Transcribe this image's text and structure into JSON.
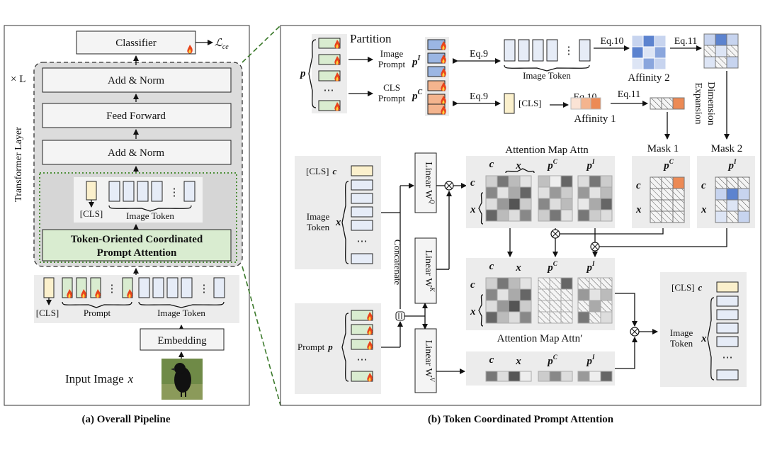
{
  "pipeline": {
    "classifier": "Classifier",
    "loss": "ℒ",
    "loss_sub": "ce",
    "repeat": "× L",
    "transformer_layer": "Transformer Layer",
    "add_norm": "Add & Norm",
    "feed_forward": "Feed Forward",
    "cls": "[CLS]",
    "image_token": "Image Token",
    "tocpa_line1": "Token-Oriented Coordinated",
    "tocpa_line2": "Prompt Attention",
    "prompt": "Prompt",
    "embedding": "Embedding",
    "input_image": "Input Image",
    "input_var": "x",
    "caption": "(a) Overall Pipeline"
  },
  "attention": {
    "partition": "Partition",
    "p": "p",
    "ellipsis": "⋯",
    "vdots": "⋮",
    "image_prompt_1": "Image",
    "image_prompt_2": "Prompt",
    "cls_prompt_1": "CLS",
    "cls_prompt_2": "Prompt",
    "pI": "p",
    "sup_I": "I",
    "pC": "p",
    "sup_C": "C",
    "eq9": "Eq.9",
    "eq10": "Eq.10",
    "eq11": "Eq.11",
    "image_token": "Image Token",
    "cls": "[CLS]",
    "affinity1": "Affinity 1",
    "affinity2": "Affinity 2",
    "dimension": "Dimension",
    "expansion": "Expansion",
    "mask1": "Mask 1",
    "mask2": "Mask 2",
    "attn_map": "Attention Map Attn",
    "attn_map_prime": "Attention Map Attn′",
    "c": "c",
    "x": "x",
    "cls_c": "[CLS]",
    "image_token_1": "Image",
    "image_token_2": "Token",
    "prompt_p": "Prompt",
    "linear_q": "Linear W",
    "sup_q": "Q",
    "linear_k": "Linear W",
    "sup_k": "K",
    "linear_v": "Linear W",
    "sup_v": "V",
    "concatenate": "Concatenate",
    "caption": "(b) Token Coordinated Prompt Attention"
  }
}
